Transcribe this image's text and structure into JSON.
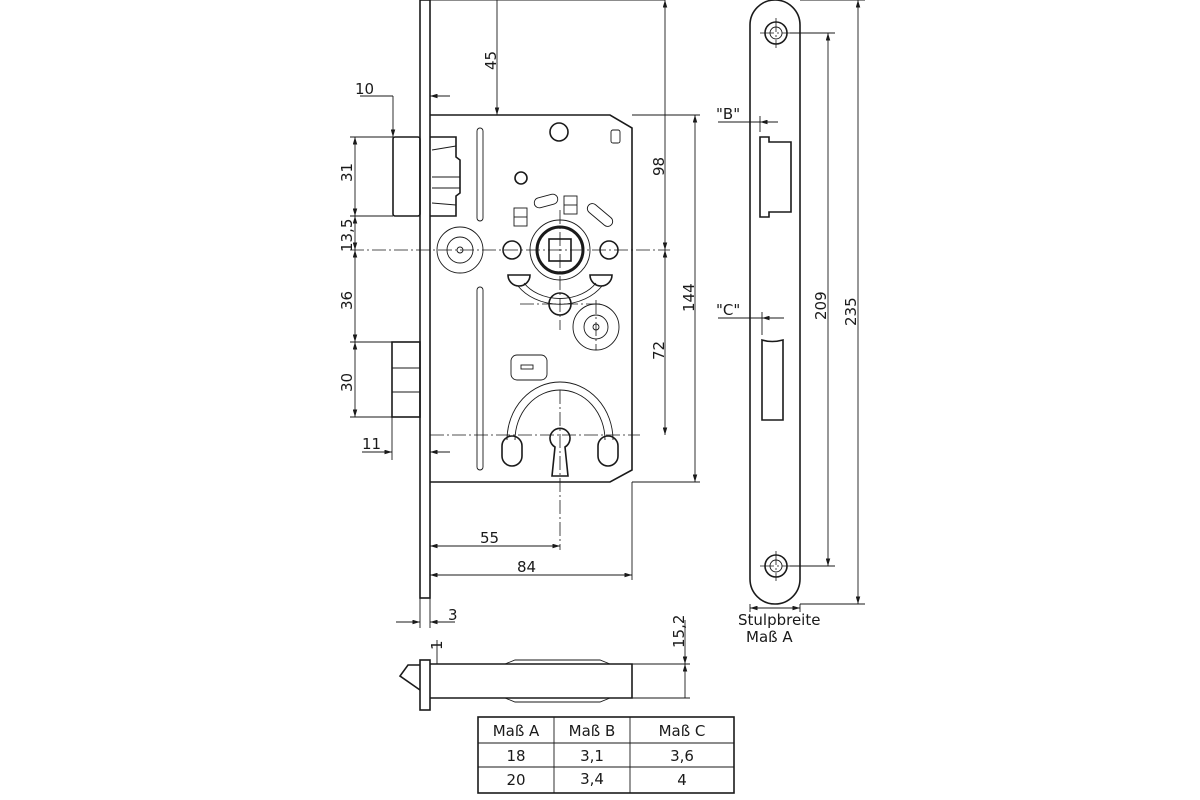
{
  "dimensions": {
    "top_to_body": "45",
    "top_to_spindle": "98",
    "body_height": "144",
    "spindle_to_keyhole": "72",
    "latch_projection": "10",
    "latch_height": "31",
    "latch_to_spindle": "13,5",
    "spindle_to_deadbolt": "36",
    "deadbolt_height": "30",
    "deadbolt_projection": "11",
    "backset": "55",
    "body_depth": "84",
    "faceplate_thickness": "3",
    "faceplate_offset": "1",
    "body_thickness": "15,2",
    "strike_hole_spacing": "209",
    "strike_length": "235",
    "strike_b": "\"B\"",
    "strike_c": "\"C\""
  },
  "labels": {
    "stulpbreite": "Stulpbreite",
    "mass_a": "Maß  A"
  },
  "table": {
    "headers": [
      "Maß  A",
      "Maß  B",
      "Maß  C"
    ],
    "rows": [
      [
        "18",
        "3,1",
        "3,6"
      ],
      [
        "20",
        "3,4",
        "4"
      ]
    ]
  }
}
